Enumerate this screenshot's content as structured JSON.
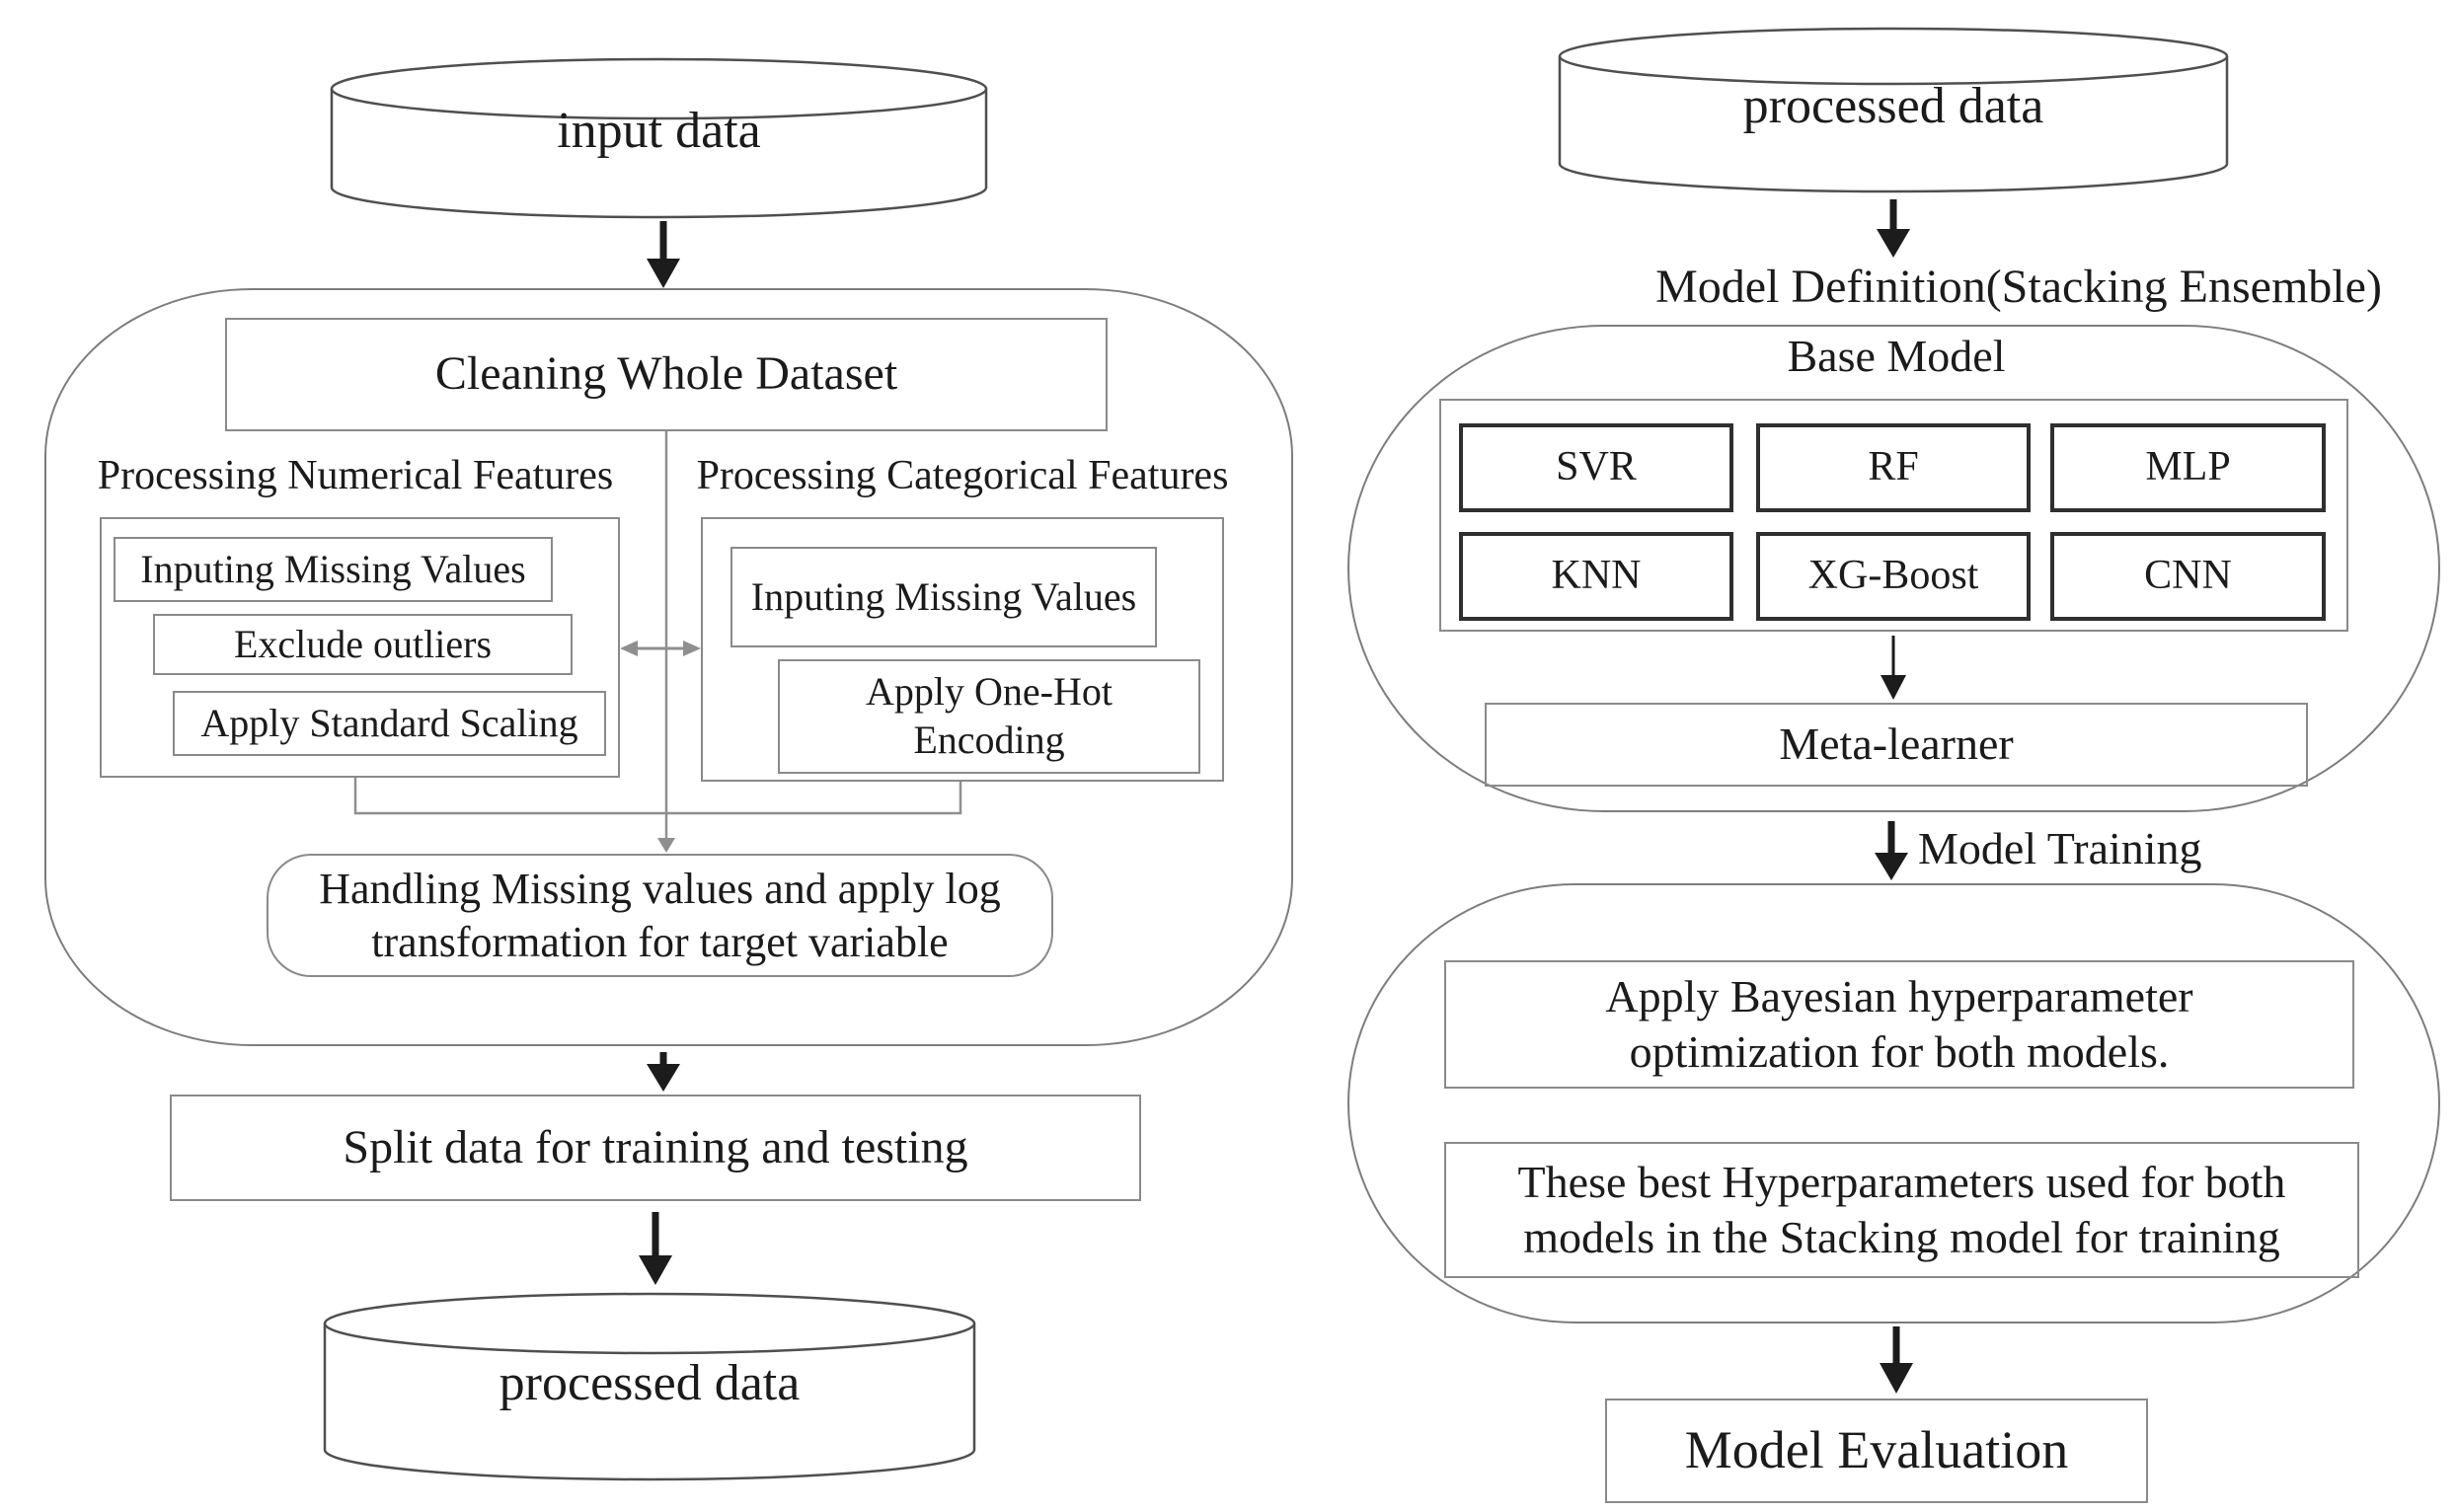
{
  "colors": {
    "line_black": "#1c1c1c",
    "line_gray": "#8f8f8f",
    "box_border": "#8a8a8a",
    "cell_border": "#2f2f2f",
    "stadium_border": "#7d7d7d",
    "cylinder_stroke": "#4f4f4f",
    "text": "#1b1b1b",
    "background": "#ffffff"
  },
  "left": {
    "input_cylinder_label": "input data",
    "cleaning_box_label": "Cleaning Whole Dataset",
    "numerical_section": {
      "label": "Processing Numerical Features",
      "steps": [
        "Inputing Missing Values",
        "Exclude outliers",
        "Apply Standard Scaling"
      ]
    },
    "categorical_section": {
      "label": "Processing Categorical Features",
      "steps": [
        "Inputing Missing Values",
        "Apply One-Hot Encoding"
      ]
    },
    "handling_box_label": "Handling Missing values and apply log transformation for target variable",
    "split_box_label": "Split data for training and testing",
    "output_cylinder_label": "processed data"
  },
  "right": {
    "input_cylinder_label": "processed data",
    "model_definition_label": "Model Definition(Stacking Ensemble)",
    "base_model": {
      "label": "Base Model",
      "models": [
        "SVR",
        "RF",
        "MLP",
        "KNN",
        "XG-Boost",
        "CNN"
      ],
      "meta_learner_label": "Meta-learner"
    },
    "model_training_label": "Model Training",
    "optimization_box_label": "Apply Bayesian hyperparameter optimization for both models.",
    "hyperparameters_box_label": "These best Hyperparameters used for both models in the Stacking model for training",
    "evaluation_box_label": "Model Evaluation"
  }
}
